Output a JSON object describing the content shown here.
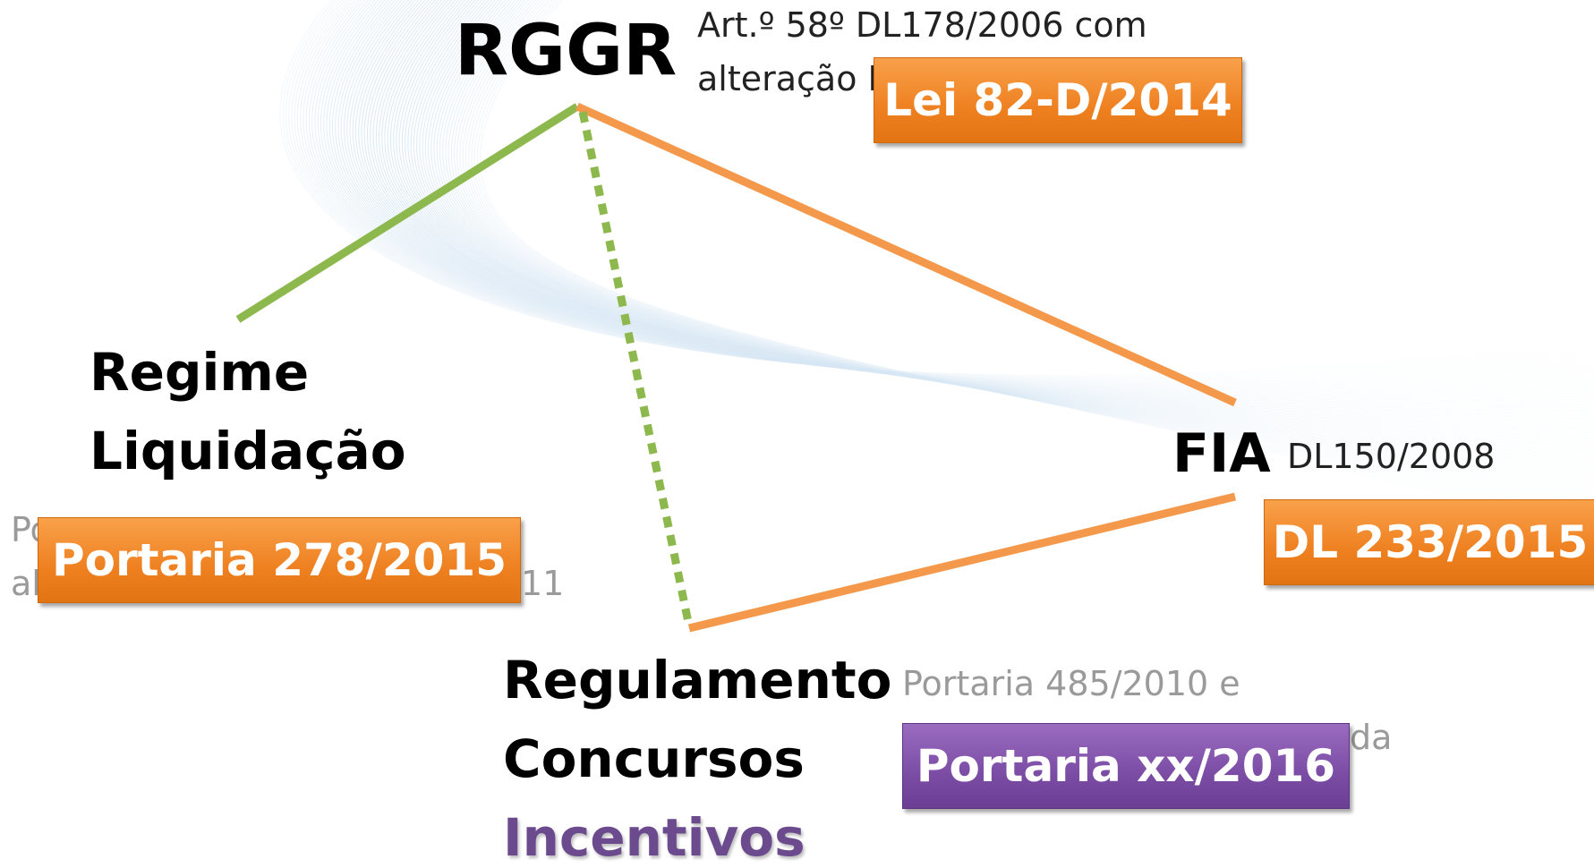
{
  "colors": {
    "green_line": "#8db84e",
    "orange_line": "#f4994c",
    "orange_box": "#ee8020",
    "purple_box": "#7b4ca4",
    "purple_text": "#6b4a8e",
    "faded_text": "#9a9a9a"
  },
  "rggr": {
    "title": "RGGR",
    "note_line1": "Art.º 58º DL178/2006 com",
    "note_line2": "alteração L",
    "badge": "Lei 82-D/2014"
  },
  "regime": {
    "title_line1": "Regime",
    "title_line2": "Liquidação",
    "faded_left_top": "Po",
    "faded_left_bottom": "al",
    "faded_right": "11",
    "badge": "Portaria 278/2015"
  },
  "fia": {
    "title": "FIA",
    "note": "DL150/2008",
    "badge": "DL 233/2015"
  },
  "regulamento": {
    "title_line1": "Regulamento",
    "title_line2": "Concursos",
    "title_line3": "Incentivos",
    "faded_note": "Portaria 485/2010 e",
    "faded_right": "da",
    "badge": "Portaria xx/2016"
  }
}
